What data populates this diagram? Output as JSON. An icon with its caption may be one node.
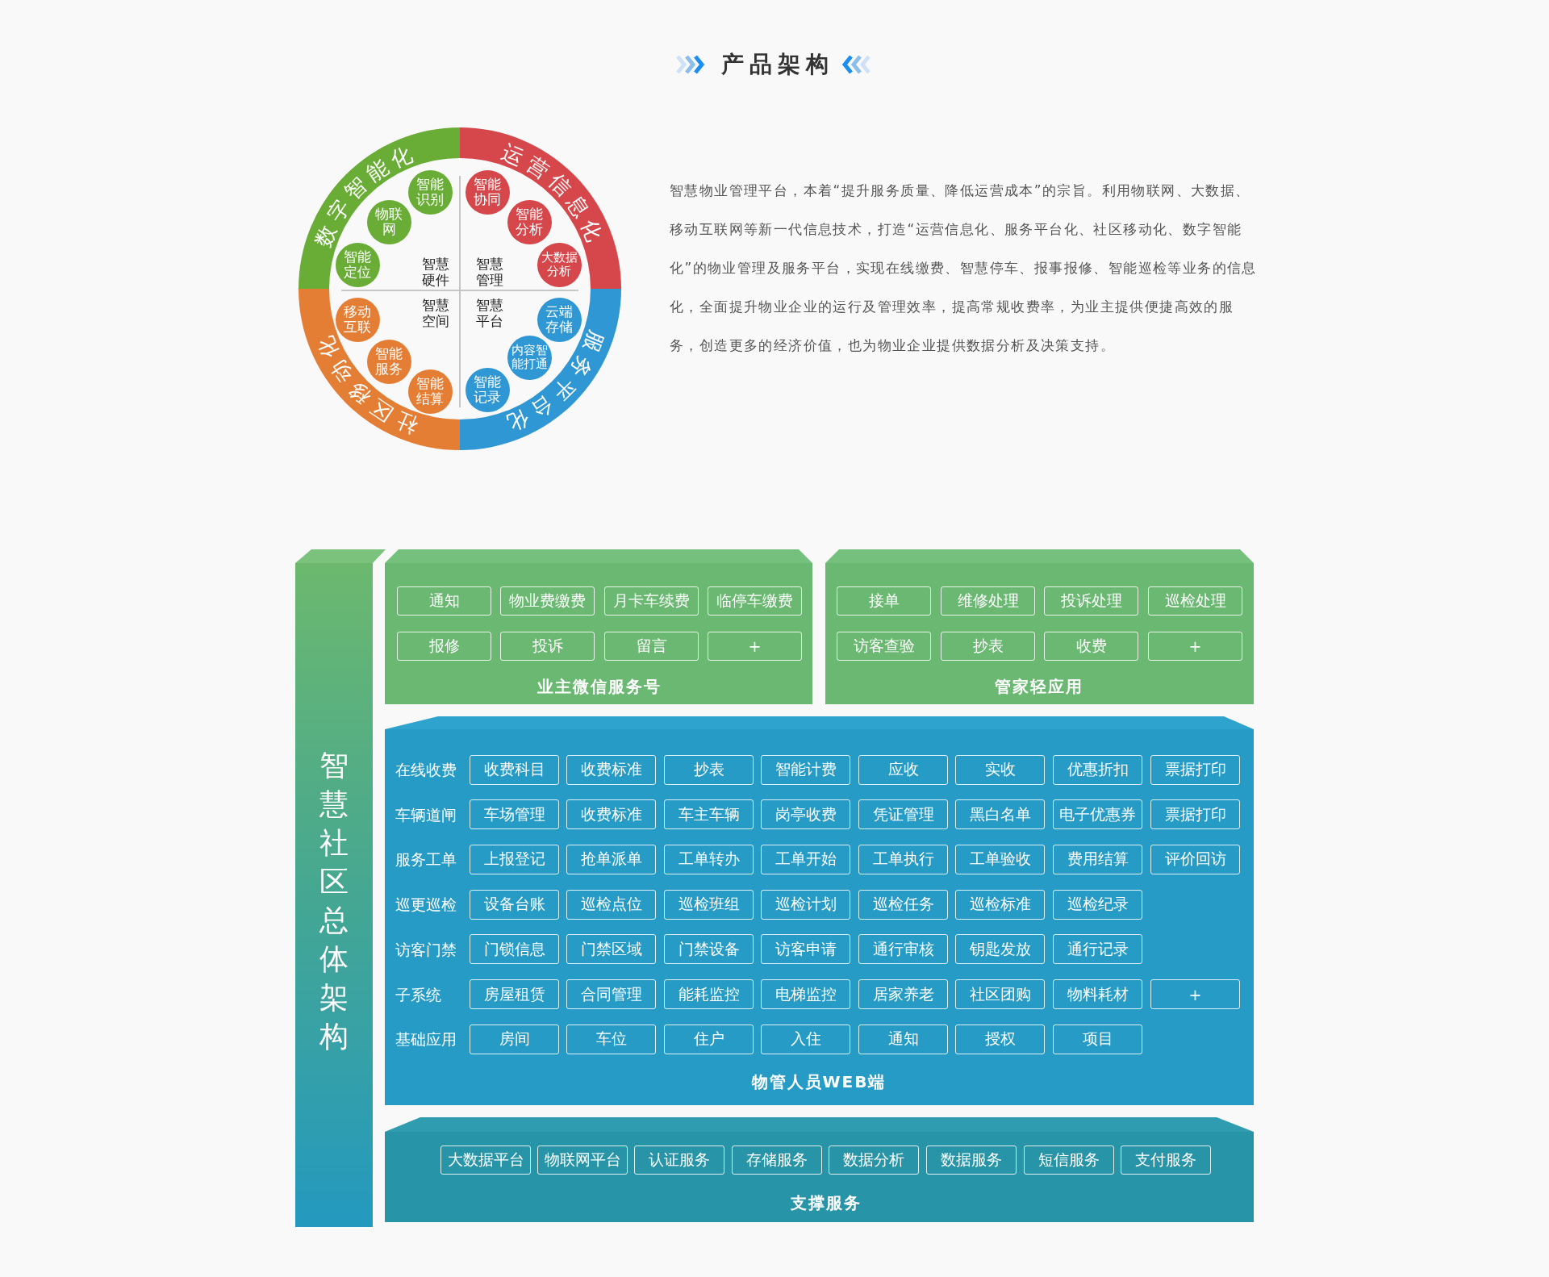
{
  "diagram": {
    "title": "产品架构",
    "nodes": [
      {
        "text": [
          "数字智能化"
        ]
      },
      {
        "text": [
          "运营信息化"
        ]
      },
      {
        "text": [
          "服务平台化"
        ]
      },
      {
        "text": [
          "社区移动化"
        ]
      },
      {
        "text": [
          "智能识别"
        ]
      },
      {
        "text": [
          "智能协同"
        ]
      },
      {
        "text": [
          "物联网"
        ]
      },
      {
        "text": [
          "智能分析"
        ]
      },
      {
        "text": [
          "智能定位"
        ]
      },
      {
        "text": [
          "大数据分析"
        ]
      },
      {
        "text": [
          "移动互联"
        ]
      },
      {
        "text": [
          "云端存储"
        ]
      },
      {
        "text": [
          "智能服务"
        ]
      },
      {
        "text": [
          "内容智能打通"
        ]
      },
      {
        "text": [
          "智能结算"
        ]
      },
      {
        "text": [
          "智能记录"
        ]
      },
      {
        "text": [
          "智慧社区总体架构"
        ]
      },
      {
        "text": [
          "业主微信服务号"
        ]
      },
      {
        "text": [
          "通知"
        ],
        "in": 17
      },
      {
        "text": [
          "物业费缴费"
        ],
        "in": 17
      },
      {
        "text": [
          "月卡车续费"
        ],
        "in": 17
      },
      {
        "text": [
          "临停车缴费"
        ],
        "in": 17
      },
      {
        "text": [
          "报修"
        ],
        "in": 17
      },
      {
        "text": [
          "投诉"
        ],
        "in": 17
      },
      {
        "text": [
          "留言"
        ],
        "in": 17
      },
      {
        "text": [
          "+"
        ],
        "in": 17
      },
      {
        "text": [
          "管家轻应用"
        ]
      },
      {
        "text": [
          "接单"
        ],
        "in": 26
      },
      {
        "text": [
          "维修处理"
        ],
        "in": 26
      },
      {
        "text": [
          "投诉处理"
        ],
        "in": 26
      },
      {
        "text": [
          "巡检处理"
        ],
        "in": 26
      },
      {
        "text": [
          "访客查验"
        ],
        "in": 26
      },
      {
        "text": [
          "抄表"
        ],
        "in": 26
      },
      {
        "text": [
          "收费"
        ],
        "in": 26
      },
      {
        "text": [
          "+"
        ],
        "in": 26
      },
      {
        "text": [
          "物管人员WEB端"
        ]
      },
      {
        "text": [
          "收费科目"
        ],
        "in": 35
      },
      {
        "text": [
          "收费标准"
        ],
        "in": 35
      },
      {
        "text": [
          "抄表"
        ],
        "in": 35
      },
      {
        "text": [
          "智能计费"
        ],
        "in": 35
      },
      {
        "text": [
          "应收"
        ],
        "in": 35
      },
      {
        "text": [
          "实收"
        ],
        "in": 35
      },
      {
        "text": [
          "优惠折扣"
        ],
        "in": 35
      },
      {
        "text": [
          "票据打印"
        ],
        "in": 35
      },
      {
        "text": [
          "车场管理"
        ],
        "in": 35
      },
      {
        "text": [
          "收费标准"
        ],
        "in": 35
      },
      {
        "text": [
          "车主车辆"
        ],
        "in": 35
      },
      {
        "text": [
          "岗亭收费"
        ],
        "in": 35
      },
      {
        "text": [
          "凭证管理"
        ],
        "in": 35
      },
      {
        "text": [
          "黑白名单"
        ],
        "in": 35
      },
      {
        "text": [
          "电子优惠券"
        ],
        "in": 35
      },
      {
        "text": [
          "票据打印"
        ],
        "in": 35
      },
      {
        "text": [
          "上报登记"
        ],
        "in": 35
      },
      {
        "text": [
          "抢单派单"
        ],
        "in": 35
      },
      {
        "text": [
          "工单转办"
        ],
        "in": 35
      },
      {
        "text": [
          "工单开始"
        ],
        "in": 35
      },
      {
        "text": [
          "工单执行"
        ],
        "in": 35
      },
      {
        "text": [
          "工单验收"
        ],
        "in": 35
      },
      {
        "text": [
          "费用结算"
        ],
        "in": 35
      },
      {
        "text": [
          "评价回访"
        ],
        "in": 35
      },
      {
        "text": [
          "设备台账"
        ],
        "in": 35
      },
      {
        "text": [
          "巡检点位"
        ],
        "in": 35
      },
      {
        "text": [
          "巡检班组"
        ],
        "in": 35
      },
      {
        "text": [
          "巡检计划"
        ],
        "in": 35
      },
      {
        "text": [
          "巡检任务"
        ],
        "in": 35
      },
      {
        "text": [
          "巡检标准"
        ],
        "in": 35
      },
      {
        "text": [
          "巡检纪录"
        ],
        "in": 35
      },
      {
        "text": [
          "门锁信息"
        ],
        "in": 35
      },
      {
        "text": [
          "门禁区域"
        ],
        "in": 35
      },
      {
        "text": [
          "门禁设备"
        ],
        "in": 35
      },
      {
        "text": [
          "访客申请"
        ],
        "in": 35
      },
      {
        "text": [
          "通行审核"
        ],
        "in": 35
      },
      {
        "text": [
          "钥匙发放"
        ],
        "in": 35
      },
      {
        "text": [
          "通行记录"
        ],
        "in": 35
      },
      {
        "text": [
          "房屋租赁"
        ],
        "in": 35
      },
      {
        "text": [
          "合同管理"
        ],
        "in": 35
      },
      {
        "text": [
          "能耗监控"
        ],
        "in": 35
      },
      {
        "text": [
          "电梯监控"
        ],
        "in": 35
      },
      {
        "text": [
          "居家养老"
        ],
        "in": 35
      },
      {
        "text": [
          "社区团购"
        ],
        "in": 35
      },
      {
        "text": [
          "物料耗材"
        ],
        "in": 35
      },
      {
        "text": [
          "+"
        ],
        "in": 35
      },
      {
        "text": [
          "房间"
        ],
        "in": 35
      },
      {
        "text": [
          "车位"
        ],
        "in": 35
      },
      {
        "text": [
          "住户"
        ],
        "in": 35
      },
      {
        "text": [
          "入住"
        ],
        "in": 35
      },
      {
        "text": [
          "通知"
        ],
        "in": 35
      },
      {
        "text": [
          "授权"
        ],
        "in": 35
      },
      {
        "text": [
          "项目"
        ],
        "in": 35
      },
      {
        "text": [
          "支撑服务"
        ]
      },
      {
        "text": [
          "大数据平台"
        ],
        "in": 89
      },
      {
        "text": [
          "物联网平台"
        ],
        "in": 89
      },
      {
        "text": [
          "认证服务"
        ],
        "in": 89
      },
      {
        "text": [
          "存储服务"
        ],
        "in": 89
      },
      {
        "text": [
          "数据分析"
        ],
        "in": 89
      },
      {
        "text": [
          "数据服务"
        ],
        "in": 89
      },
      {
        "text": [
          "短信服务"
        ],
        "in": 89
      },
      {
        "text": [
          "支付服务"
        ],
        "in": 89
      }
    ],
    "labels": [
      "智慧硬件",
      "智慧管理",
      "智慧空间",
      "智慧平台",
      "智慧物业管理平台，本着“提升服务质量、降低运营成本”的宗旨。利用物联网、大数据、移动互联网等新一代信息技术，打造“运营信息化、服务平台化、社区移动化、数字智能化”的物业管理及服务平台，实现在线缴费、智慧停车、报事报修、智能巡检等业务的信息化，全面提升物业企业的运行及管理效率，提高常规收费率，为业主提供便捷高效的服务，创造更多的经济价值，也为物业企业提供数据分析及决策支持。",
      "在线收费",
      "车辆道闸",
      "服务工单",
      "巡更巡检",
      "访客门禁",
      "子系统",
      "基础应用"
    ]
  }
}
